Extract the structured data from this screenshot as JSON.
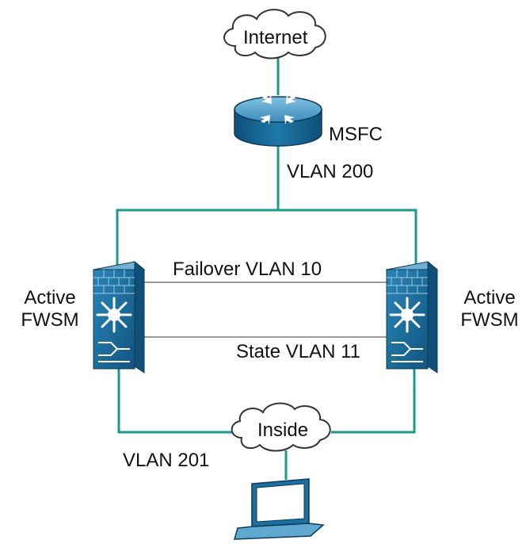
{
  "nodes": {
    "internet": {
      "label": "Internet",
      "icon": "cloud-icon"
    },
    "msfc": {
      "label": "MSFC",
      "icon": "router-icon"
    },
    "fwsm_left": {
      "label_line1": "Active",
      "label_line2": "FWSM",
      "icon": "firewall-module-icon"
    },
    "fwsm_right": {
      "label_line1": "Active",
      "label_line2": "FWSM",
      "icon": "firewall-module-icon"
    },
    "inside": {
      "label": "Inside",
      "icon": "cloud-icon"
    },
    "host": {
      "icon": "laptop-icon"
    }
  },
  "links": {
    "vlan200": "VLAN 200",
    "failover": "Failover VLAN 10",
    "state": "State VLAN 11",
    "vlan201": "VLAN 201"
  },
  "colors": {
    "link": "#1a9a8a",
    "device_blue": "#1c6f9e",
    "device_dark": "#0f4f78",
    "device_light": "#5fa8cf",
    "failover_line": "#9a9a9a"
  }
}
